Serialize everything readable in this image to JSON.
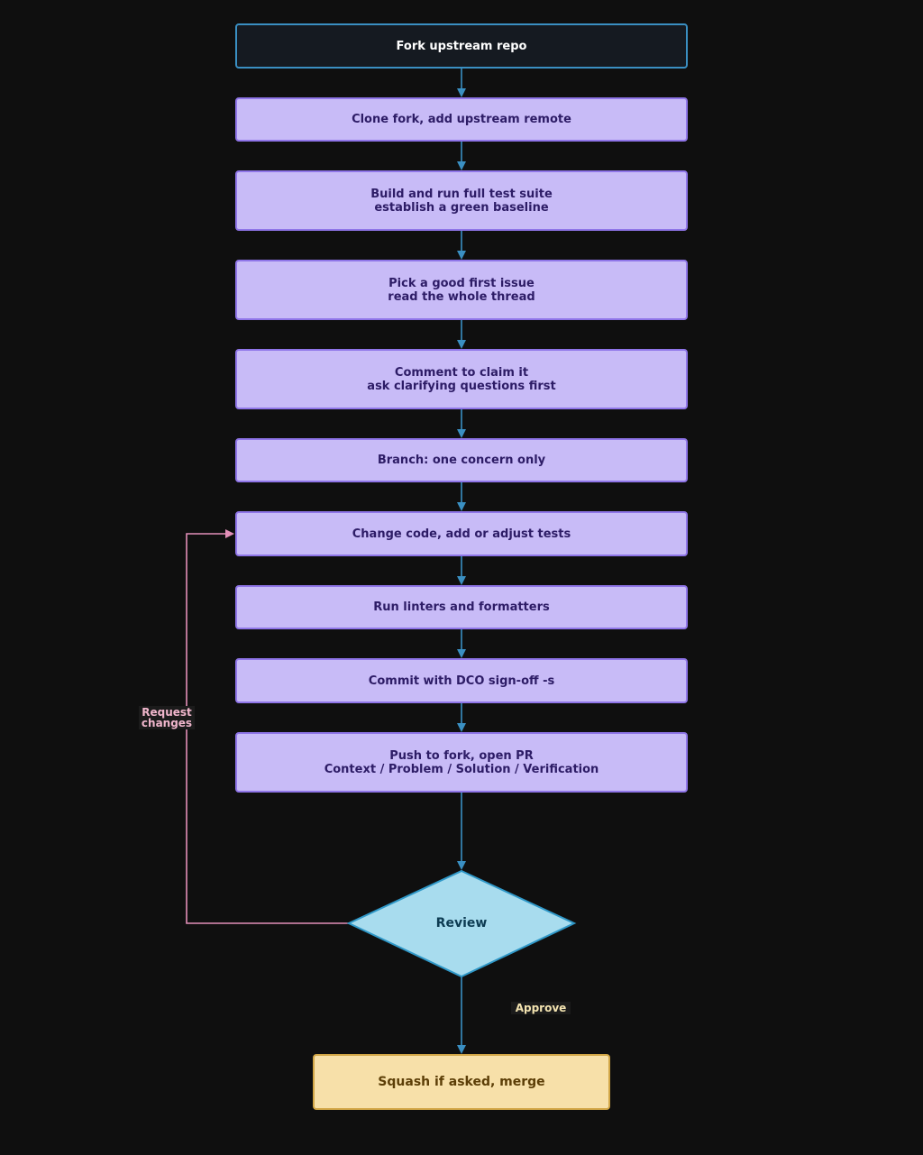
{
  "nodes": {
    "start": {
      "line1": "Fork upstream repo"
    },
    "clone": {
      "line1": "Clone fork, add upstream remote"
    },
    "build": {
      "line1": "Build and run full test suite",
      "line2": "establish a green baseline"
    },
    "pick": {
      "line1": "Pick a good first issue",
      "line2": "read the whole thread"
    },
    "comment": {
      "line1": "Comment to claim it",
      "line2": "ask clarifying questions first"
    },
    "branch": {
      "line1": "Branch: one concern only"
    },
    "change": {
      "line1": "Change code, add or adjust tests"
    },
    "lint": {
      "line1": "Run linters and formatters"
    },
    "commit": {
      "line1": "Commit with DCO sign-off -s"
    },
    "push": {
      "line1": "Push to fork, open PR",
      "line2": "Context / Problem / Solution / Verification"
    },
    "review": {
      "label": "Review"
    },
    "merge": {
      "line1": "Squash if asked, merge"
    }
  },
  "edges": {
    "request_changes": {
      "line1": "Request",
      "line2": "changes"
    },
    "approve": {
      "label": "Approve"
    }
  },
  "colors": {
    "edge": "#3a8fc2",
    "loop_edge": "#e28fb8",
    "step_fill": "#c8bbf7",
    "decision_fill": "#a8dcee",
    "end_fill": "#f7e0a9"
  }
}
